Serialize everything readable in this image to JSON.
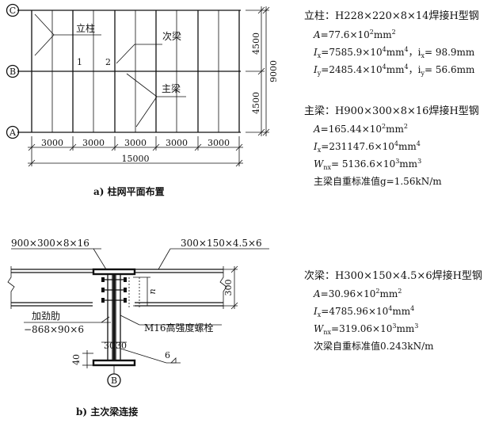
{
  "plan": {
    "axes": [
      "C",
      "B",
      "A"
    ],
    "labels": {
      "column": "立柱",
      "secondary_beam": "次梁",
      "main_beam": "主梁",
      "col1": "1",
      "col2": "2"
    },
    "spans_x": [
      "3000",
      "3000",
      "3000",
      "3000",
      "3000"
    ],
    "total_x": "15000",
    "spans_y": [
      "4500",
      "4500"
    ],
    "total_y": "9000",
    "caption": "a) 柱网平面布置"
  },
  "detail": {
    "main_beam_dim": "900×300×8×16",
    "secondary_beam_dim": "300×150×4.5×6",
    "stiffener_label": "加劲肋",
    "stiffener_dim": "−868×90×6",
    "bolt_label": "M16高强度螺栓",
    "dim_300": "300",
    "dim_40": "40",
    "dim_30a": "30",
    "dim_30b": "30",
    "dim_n1": "n",
    "dim_weld": "6",
    "axis_b": "B",
    "caption": "b) 主次梁连接"
  },
  "props": {
    "column": {
      "title": "立柱：H228×220×8×14焊接H型钢",
      "A_pre": "A",
      "A_eq": "=77.6×10",
      "A_exp": "2",
      "A_unit": "mm",
      "A_unit_exp": "2",
      "Ix_pre": "I",
      "Ix_sub": "x",
      "Ix_eq": "=7585.9×10",
      "Ix_exp": "4",
      "Ix_unit": "mm",
      "Ix_unit_exp": "4",
      "ix_pre": "，i",
      "ix_sub": "x",
      "ix_eq": "= 98.9mm",
      "Iy_pre": "I",
      "Iy_sub": "y",
      "Iy_eq": "=2485.4×10",
      "Iy_exp": "4",
      "Iy_unit": "mm",
      "Iy_unit_exp": "4",
      "iy_pre": "，i",
      "iy_sub": "y",
      "iy_eq": "= 56.6mm"
    },
    "main_beam": {
      "title": "主梁：H900×300×8×16焊接H型钢",
      "A_pre": "A",
      "A_eq": "=165.44×10",
      "A_exp": "2",
      "A_unit": "mm",
      "A_unit_exp": "2",
      "Ix_pre": "I",
      "Ix_sub": "x",
      "Ix_eq": "=231147.6×10",
      "Ix_exp": "4",
      "Ix_unit": "mm",
      "Ix_unit_exp": "4",
      "W_pre": "W",
      "W_sub": "nx",
      "W_eq": "= 5136.6×10",
      "W_exp": "3",
      "W_unit": "mm",
      "W_unit_exp": "3",
      "self_weight": "主梁自重标准值g=1.56kN/m"
    },
    "secondary_beam": {
      "title": "次梁：H300×150×4.5×6焊接H型钢",
      "A_pre": "A",
      "A_eq": "=30.96×10",
      "A_exp": "2",
      "A_unit": "mm",
      "A_unit_exp": "2",
      "Ix_pre": "I",
      "Ix_sub": "x",
      "Ix_eq": "=4785.96×10",
      "Ix_exp": "4",
      "Ix_unit": "mm",
      "Ix_unit_exp": "4",
      "W_pre": "W",
      "W_sub": "nx",
      "W_eq": "=319.06×10",
      "W_exp": "3",
      "W_unit": "mm",
      "W_unit_exp": "3",
      "self_weight": "次梁自重标准值0.243kN/m"
    }
  }
}
